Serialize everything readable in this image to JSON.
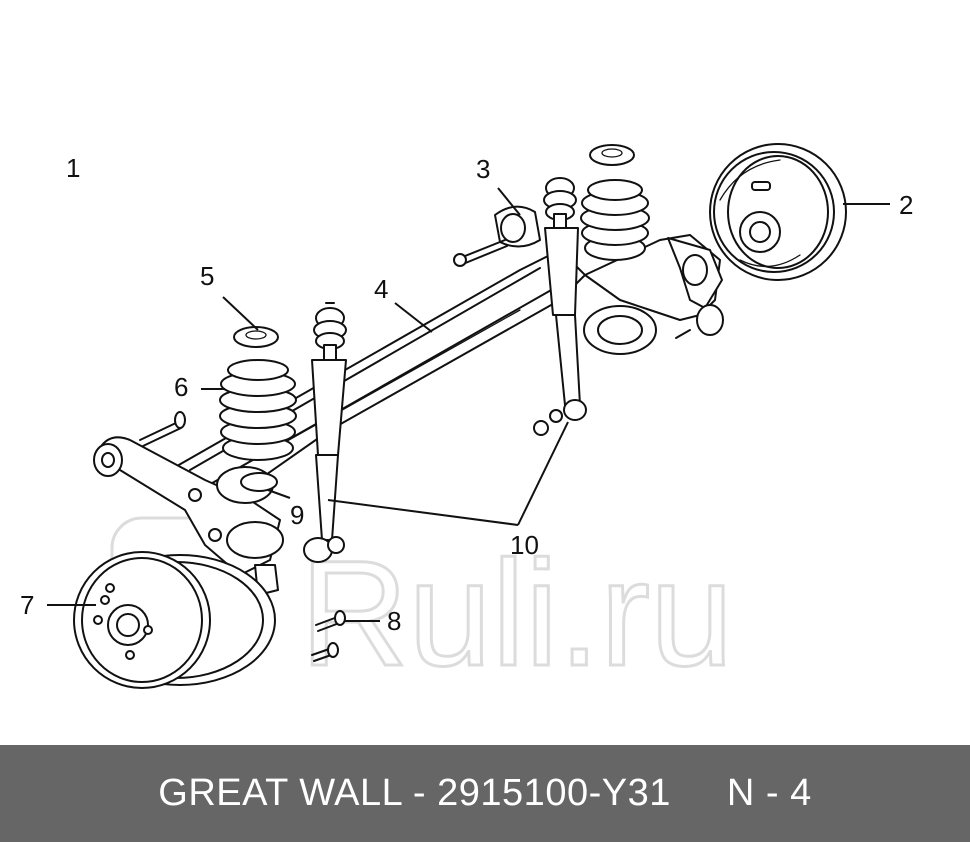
{
  "callouts": [
    "1",
    "2",
    "3",
    "4",
    "5",
    "6",
    "7",
    "8",
    "9",
    "10"
  ],
  "watermark": "Ruli.ru",
  "footer": {
    "part_text": "GREAT WALL - 2915100-Y31",
    "ref_text": "N - 4"
  }
}
